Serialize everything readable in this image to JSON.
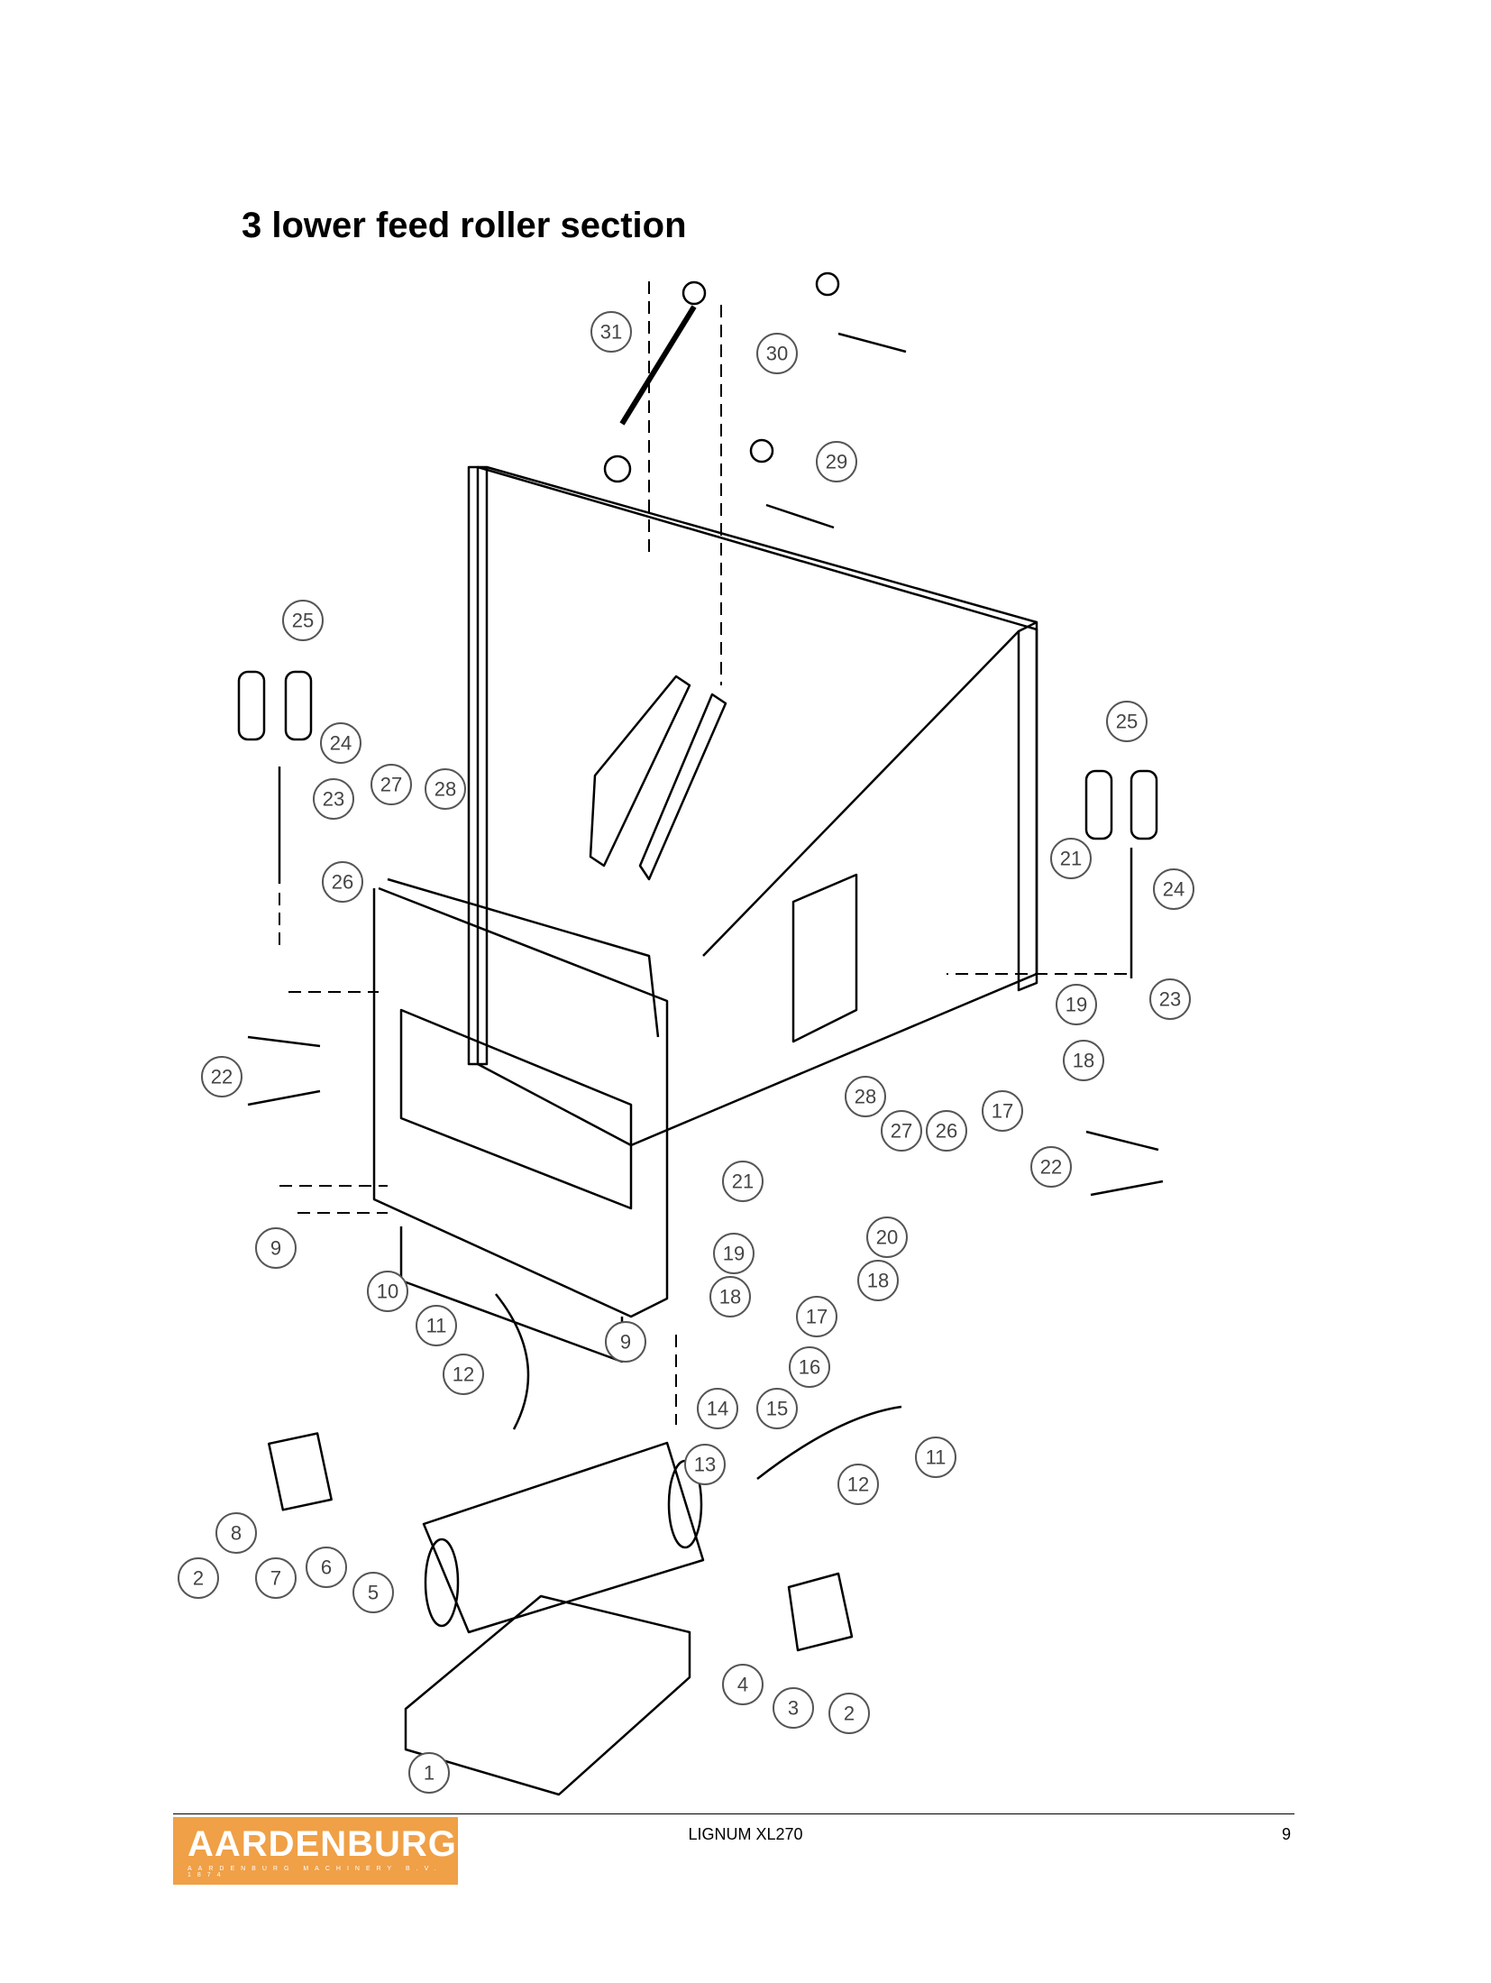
{
  "page": {
    "title": "3 lower feed roller section",
    "footer": {
      "document_name": "LIGNUM XL270",
      "page_number": "9"
    },
    "logo": {
      "brand": "AARDENBURG",
      "tagline": "AARDENBURG MACHINERY B.V. 1874",
      "color": "#f0a046"
    }
  },
  "callouts": [
    "31",
    "30",
    "29",
    "25",
    "24",
    "27",
    "28",
    "23",
    "26",
    "22",
    "9",
    "10",
    "11",
    "12",
    "21",
    "19",
    "18",
    "17",
    "20",
    "16",
    "15",
    "14",
    "13",
    "8",
    "7",
    "6",
    "5",
    "2",
    "3",
    "4",
    "1"
  ]
}
